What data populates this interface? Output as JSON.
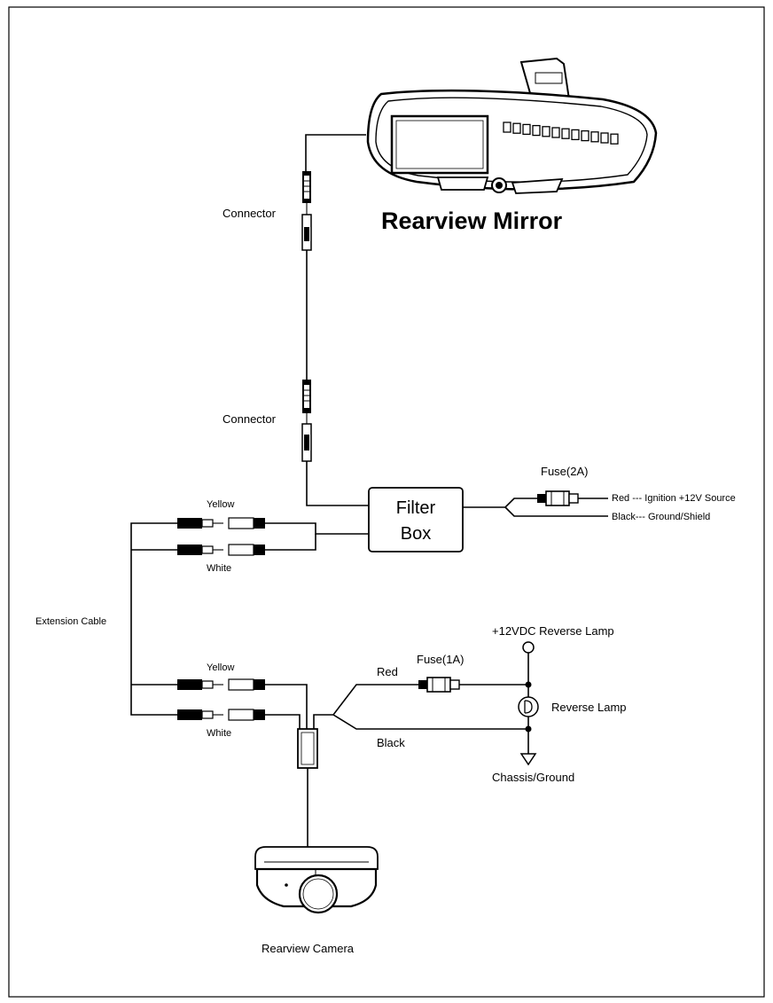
{
  "labels": {
    "mirror_title": "Rearview Mirror",
    "connector_top": "Connector",
    "connector_mid": "Connector",
    "fuse_2a": "Fuse(2A)",
    "red_ignition": "Red ---   Ignition +12V Source",
    "black_ground": "Black--- Ground/Shield",
    "filter_box_line1": "Filter",
    "filter_box_line2": "Box",
    "yellow_top": "Yellow",
    "white_top": "White",
    "extension_cable": "Extension Cable",
    "yellow_bottom": "Yellow",
    "white_bottom": "White",
    "plus12_reverse": "+12VDC Reverse Lamp",
    "red_wire": "Red",
    "fuse_1a": "Fuse(1A)",
    "reverse_lamp": "Reverse Lamp",
    "black_wire": "Black",
    "chassis_ground": "Chassis/Ground",
    "rearview_camera": "Rearview Camera"
  },
  "icons": {
    "mirror": "rearview-mirror-icon",
    "camera": "rearview-camera-icon",
    "lamp": "lamp-icon",
    "ground": "ground-symbol-icon"
  },
  "colors": {
    "line": "#000000",
    "background": "#ffffff"
  }
}
